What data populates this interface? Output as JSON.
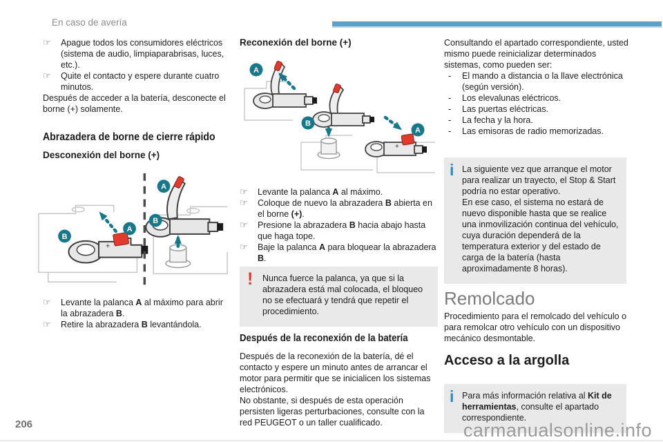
{
  "page": {
    "running_header": "En caso de avería",
    "page_number": "206",
    "watermark": "carmanualsonline.info"
  },
  "icons": {
    "hand": "☞",
    "dash": "-",
    "info": "i",
    "warning": "!"
  },
  "fig": {
    "a": "A",
    "b": "B",
    "plus": "+"
  },
  "colors": {
    "header_bar_blue": "#5fa0c6",
    "diagram_teal": "#17788c",
    "lever_red": "#e23b2e",
    "info_icon_blue": "#1e8fc0",
    "warning_icon_red": "#e8352e",
    "box_gray": "#e9e9e9"
  },
  "left": {
    "steps_top": [
      [
        {
          "t": "Apague todos los consumidores eléctricos (sistema de audio, limpiaparabrisas, luces, etc.)."
        }
      ],
      [
        {
          "t": "Quite el contacto y espere durante cuatro minutos."
        }
      ]
    ],
    "para_top": "Después de acceder a la batería, desconecte el borne (+) solamente.",
    "section_title": "Abrazadera de borne de cierre rápido",
    "subsection_title": "Desconexión del borne (+)",
    "steps_bottom": [
      [
        {
          "t": "Levante la palanca "
        },
        {
          "t": "A",
          "b": true
        },
        {
          "t": " al máximo para abrir la abrazadera "
        },
        {
          "t": "B",
          "b": true
        },
        {
          "t": "."
        }
      ],
      [
        {
          "t": "Retire la abrazadera "
        },
        {
          "t": "B",
          "b": true
        },
        {
          "t": " levantándola."
        }
      ]
    ]
  },
  "middle": {
    "subsection_title": "Reconexión del borne (+)",
    "steps": [
      [
        {
          "t": "Levante la palanca "
        },
        {
          "t": "A",
          "b": true
        },
        {
          "t": " al máximo."
        }
      ],
      [
        {
          "t": "Coloque de nuevo la abrazadera "
        },
        {
          "t": "B",
          "b": true
        },
        {
          "t": " abierta en el borne "
        },
        {
          "t": "(+)",
          "b": true
        },
        {
          "t": "."
        }
      ],
      [
        {
          "t": "Presione la abrazadera "
        },
        {
          "t": "B",
          "b": true
        },
        {
          "t": " hacia abajo hasta que haga tope."
        }
      ],
      [
        {
          "t": "Baje la palanca "
        },
        {
          "t": "A",
          "b": true
        },
        {
          "t": " para bloquear la abrazadera "
        },
        {
          "t": "B",
          "b": true
        },
        {
          "t": "."
        }
      ]
    ],
    "warning_text": "Nunca fuerce la palanca, ya que si la abrazadera está mal colocada, el bloqueo no se efectuará y tendrá que repetir el procedimiento.",
    "section_title": "Después de la reconexión de la batería",
    "paragraphs": [
      "Después de la reconexión de la batería, dé el contacto y espere un minuto antes de arrancar el motor para permitir que se inicialicen los sistemas electrónicos.",
      "No obstante, si después de esta operación persisten ligeras perturbaciones, consulte con la red PEUGEOT o un taller cualificado."
    ]
  },
  "right": {
    "para_top": "Consultando el apartado correspondiente, usted mismo puede reinicializar determinados sistemas, como pueden ser:",
    "reset_items": [
      [
        {
          "t": "El mando a distancia o la llave electrónica (según versión)."
        }
      ],
      [
        {
          "t": "Los elevalunas eléctricos."
        }
      ],
      [
        {
          "t": "Las puertas eléctricas."
        }
      ],
      [
        {
          "t": "La fecha y la hora."
        }
      ],
      [
        {
          "t": "Las emisoras de radio memorizadas."
        }
      ]
    ],
    "info_stop_start": [
      "La siguiente vez que arranque el motor para realizar un trayecto, el Stop & Start podría no estar operativo.",
      "En ese caso, el sistema no estará de nuevo disponible hasta que se realice una inmovilización continua del vehículo, cuya duración dependerá de la temperatura exterior y del estado de carga de la batería (hasta aproximadamente 8 horas)."
    ],
    "chapter_title": "Remolcado",
    "para_remolcado": "Procedimiento para el remolcado del vehículo o para remolcar otro vehículo con un dispositivo mecánico desmontable.",
    "section_title": "Acceso a la argolla",
    "info_kit": [
      {
        "t": "Para más información relativa al "
      },
      {
        "t": "Kit de herramientas",
        "b": true
      },
      {
        "t": ", consulte el apartado correspondiente."
      }
    ]
  }
}
